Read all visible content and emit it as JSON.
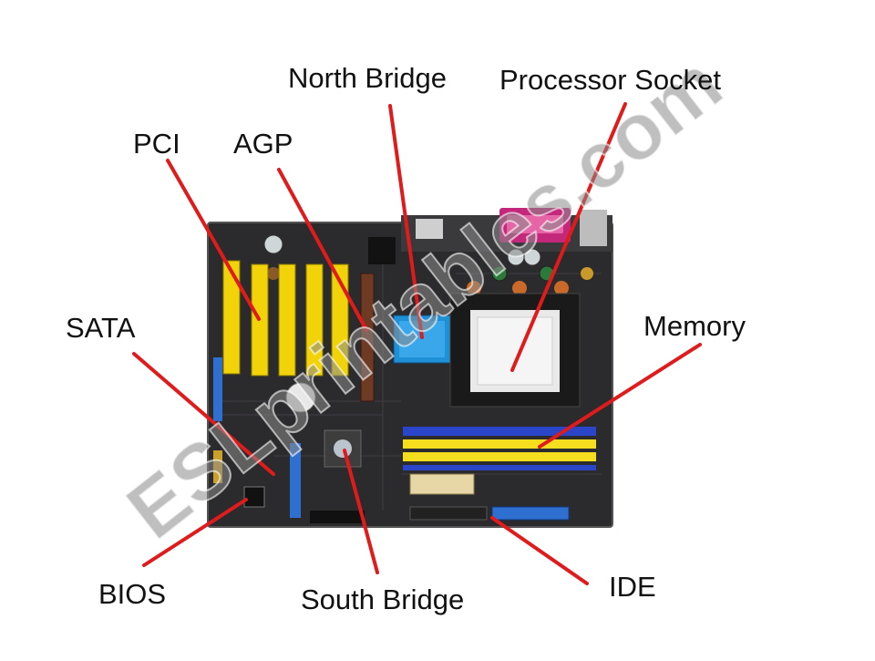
{
  "labels": {
    "north_bridge": "North Bridge",
    "processor_socket": "Processor Socket",
    "pci": "PCI",
    "agp": "AGP",
    "sata": "SATA",
    "memory": "Memory",
    "bios": "BIOS",
    "south_bridge": "South Bridge",
    "ide": "IDE"
  },
  "watermark": "ESLprintables.com",
  "colors": {
    "pointer_line": "#e01b1b",
    "board": "#2b2a2d",
    "pci_slot": "#f2d30a",
    "agp_slot": "#6e3a24",
    "dimm_yellow": "#f4de1e",
    "dimm_blue": "#2a45c8",
    "northbridge_heatsink": "#1f8fd6",
    "serial_port": "#c4287a",
    "watermark": "#8a8a8a"
  }
}
